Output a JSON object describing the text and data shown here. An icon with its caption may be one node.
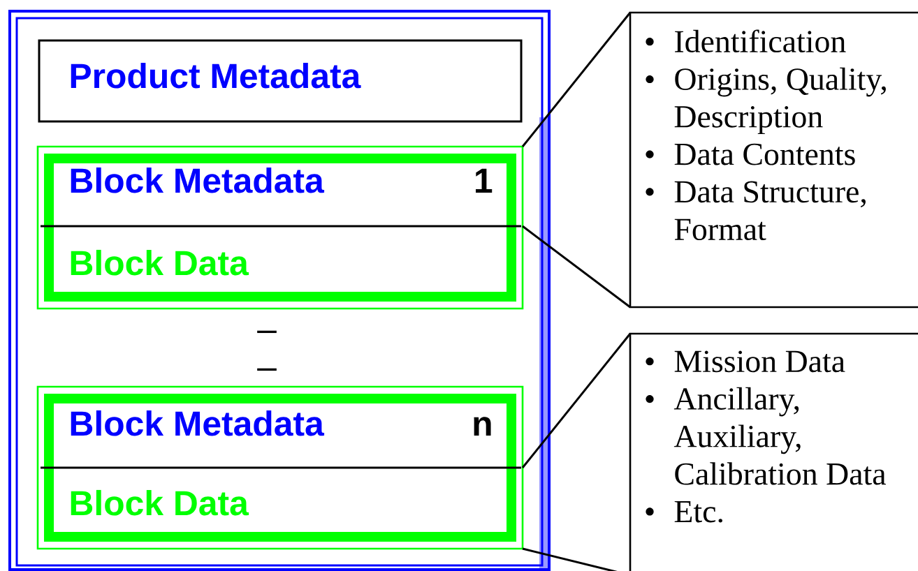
{
  "diagram": {
    "nodes": [
      {
        "text": [],
        "shape": "box"
      },
      {
        "text": [
          "Product Metadata"
        ],
        "in": 0
      },
      {
        "text": [],
        "shape": "box",
        "in": 0
      },
      {
        "text": [
          "Block Metadata",
          "1"
        ],
        "in": 2
      },
      {
        "text": [
          "Block Data"
        ],
        "in": 2
      },
      {
        "text": [],
        "shape": "box",
        "in": 0
      },
      {
        "text": [
          "Block Metadata",
          "n"
        ],
        "in": 5
      },
      {
        "text": [
          "Block Data"
        ],
        "in": 5
      },
      {
        "text": [
          "Identification",
          "Origins, Quality, Description",
          "Data Contents",
          "Data Structure, Format"
        ]
      },
      {
        "text": [
          "Mission Data",
          "Ancillary, Auxiliary, Calibration Data",
          "Etc."
        ]
      }
    ],
    "edges": [
      {
        "from": 3,
        "to": 8,
        "arrow": "none"
      },
      {
        "from": 4,
        "to": 8,
        "arrow": "none"
      },
      {
        "from": 7,
        "to": 9,
        "arrow": "none"
      },
      {
        "from": 7,
        "to": 9,
        "arrow": "none"
      }
    ],
    "labels": [
      "–",
      "–"
    ]
  }
}
